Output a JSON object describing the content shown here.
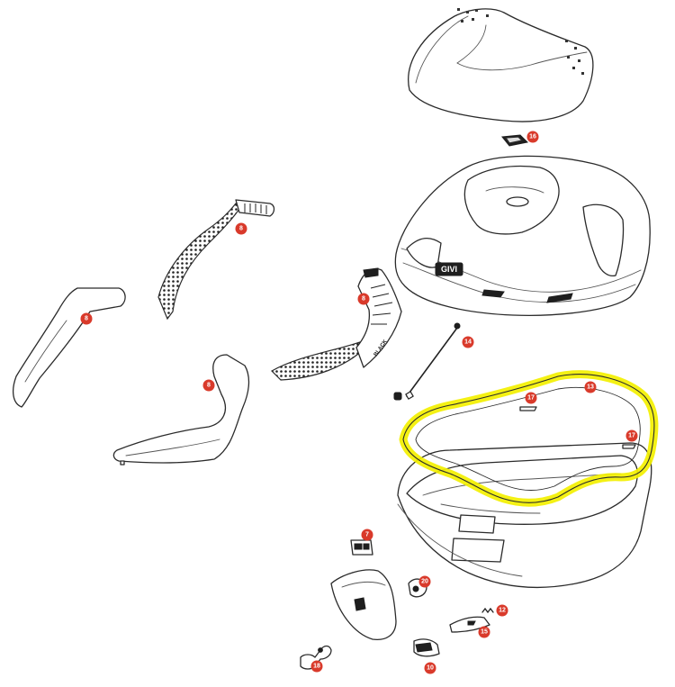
{
  "colors": {
    "callout": "#d93a2b",
    "highlight": "#f3f000",
    "line": "#2b2b2b"
  },
  "callouts": [
    {
      "id": "c16",
      "label": "16"
    },
    {
      "id": "c8a",
      "label": "8"
    },
    {
      "id": "c8b",
      "label": "8"
    },
    {
      "id": "c8c",
      "label": "8"
    },
    {
      "id": "c8d",
      "label": "8"
    },
    {
      "id": "c14",
      "label": "14"
    },
    {
      "id": "c13",
      "label": "13"
    },
    {
      "id": "c17a",
      "label": "17"
    },
    {
      "id": "c17b",
      "label": "17"
    },
    {
      "id": "c7",
      "label": "7"
    },
    {
      "id": "c20",
      "label": "20"
    },
    {
      "id": "c12",
      "label": "12"
    },
    {
      "id": "c15",
      "label": "15"
    },
    {
      "id": "c10",
      "label": "10"
    },
    {
      "id": "c18",
      "label": "18"
    }
  ],
  "logos": {
    "brand_badge": "GIVI",
    "side_panel_text": "BLACK"
  }
}
